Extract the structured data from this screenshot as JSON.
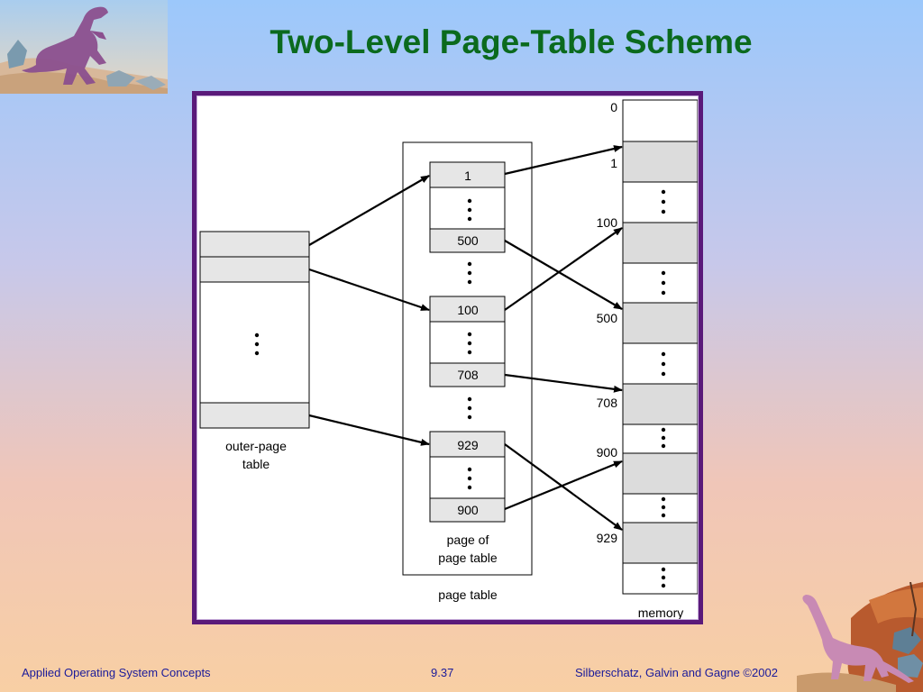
{
  "slide": {
    "title": "Two-Level Page-Table Scheme"
  },
  "diagram": {
    "outer_label_line1": "outer-page",
    "outer_label_line2": "table",
    "page_entries": [
      "1",
      "500",
      "100",
      "708",
      "929",
      "900"
    ],
    "page_of_label_line1": "page of",
    "page_of_label_line2": "page table",
    "page_table_label": "page table",
    "memory_labels": [
      "0",
      "1",
      "100",
      "500",
      "708",
      "900",
      "929"
    ],
    "memory_label": "memory"
  },
  "footer": {
    "left": "Applied Operating System Concepts",
    "center": "9.37",
    "right": "Silberschatz, Galvin and  Gagne ©2002"
  },
  "colors": {
    "title": "#0b6a1e",
    "frame": "#5a1a7a",
    "shaded": "#dcdcdc",
    "footer_text": "#1a1a9a"
  }
}
